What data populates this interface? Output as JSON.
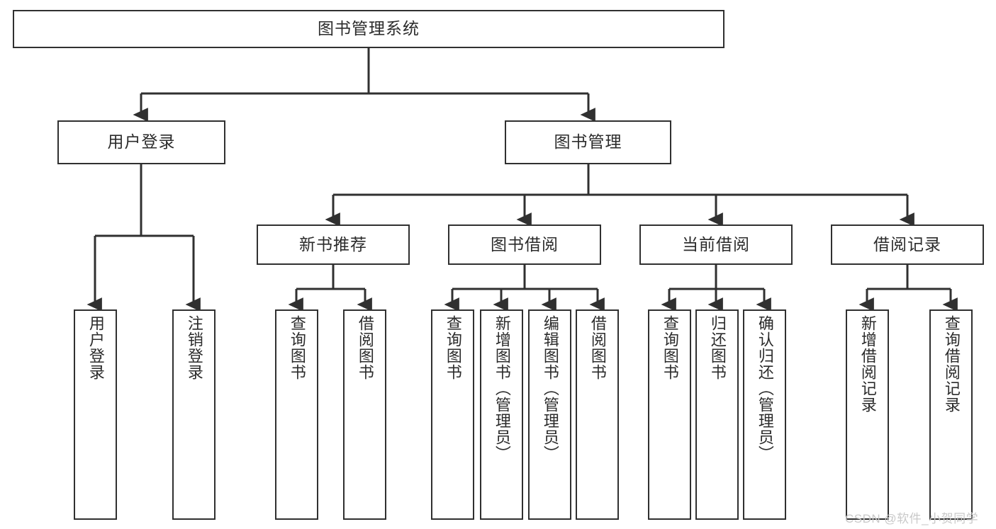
{
  "diagram": {
    "type": "tree-hierarchy-chart",
    "title": "图书管理系统",
    "orientation": "top-down",
    "colors": {
      "box_border": "#303030",
      "box_fill": "#ffffff",
      "text": "#2b2b2b",
      "edge": "#303030",
      "watermark": "#c9c9c9"
    },
    "nodes": {
      "root": {
        "label": "图书管理系统",
        "level": 0
      },
      "level1": [
        {
          "id": "user-login",
          "label": "用户登录"
        },
        {
          "id": "book-management",
          "label": "图书管理"
        }
      ],
      "level2": [
        {
          "id": "new-book-recommend",
          "label": "新书推荐",
          "parent": "book-management"
        },
        {
          "id": "book-borrow",
          "label": "图书借阅",
          "parent": "book-management"
        },
        {
          "id": "current-borrow",
          "label": "当前借阅",
          "parent": "book-management"
        },
        {
          "id": "borrow-record",
          "label": "借阅记录",
          "parent": "book-management"
        }
      ],
      "leaves": [
        {
          "id": "leaf-user-login",
          "label": "用户登录",
          "parent": "user-login"
        },
        {
          "id": "leaf-logout-login",
          "label": "注销登录",
          "parent": "user-login"
        },
        {
          "id": "leaf-query-book-1",
          "label": "查询图书",
          "parent": "new-book-recommend"
        },
        {
          "id": "leaf-borrow-book-1",
          "label": "借阅图书",
          "parent": "new-book-recommend"
        },
        {
          "id": "leaf-query-book-2",
          "label": "查询图书",
          "parent": "book-borrow"
        },
        {
          "id": "leaf-add-book-admin",
          "label": "新增图书（管理员）",
          "parent": "book-borrow"
        },
        {
          "id": "leaf-edit-book-admin",
          "label": "编辑图书（管理员）",
          "parent": "book-borrow"
        },
        {
          "id": "leaf-borrow-book-2",
          "label": "借阅图书",
          "parent": "book-borrow"
        },
        {
          "id": "leaf-query-book-3",
          "label": "查询图书",
          "parent": "current-borrow"
        },
        {
          "id": "leaf-return-book",
          "label": "归还图书",
          "parent": "current-borrow"
        },
        {
          "id": "leaf-confirm-return-admin",
          "label": "确认归还（管理员）",
          "parent": "current-borrow"
        },
        {
          "id": "leaf-add-borrow-record",
          "label": "新增借阅记录",
          "parent": "borrow-record"
        },
        {
          "id": "leaf-query-borrow-record",
          "label": "查询借阅记录",
          "parent": "borrow-record"
        }
      ]
    }
  },
  "watermark": {
    "text": "CSDN @软件_小贺同学"
  }
}
